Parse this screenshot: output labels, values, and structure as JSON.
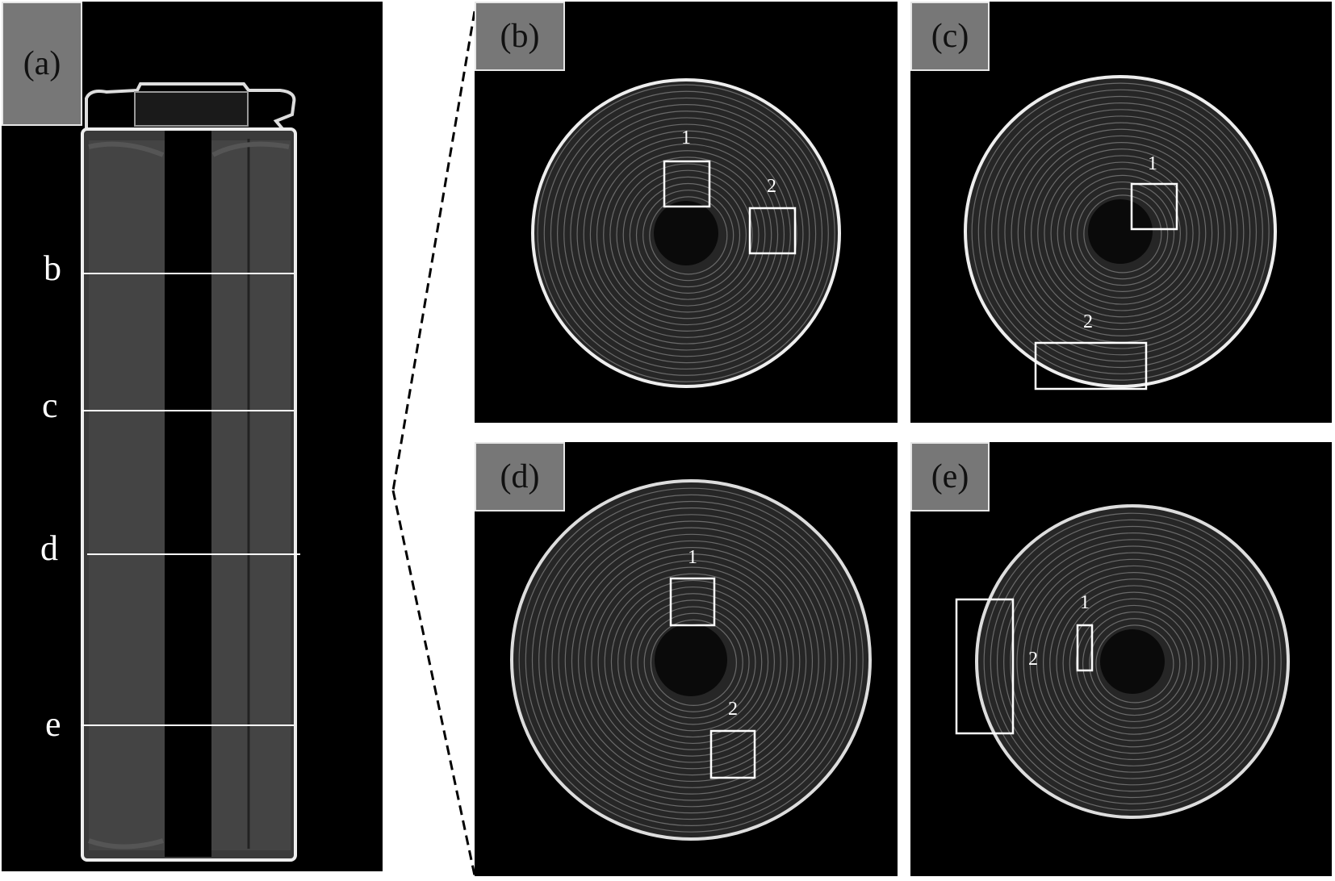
{
  "panels": {
    "a": {
      "label": "(a)",
      "slices": [
        "b",
        "c",
        "d",
        "e"
      ]
    },
    "b": {
      "label": "(b)",
      "regions": [
        "1",
        "2"
      ]
    },
    "c": {
      "label": "(c)",
      "regions": [
        "1",
        "2"
      ]
    },
    "d": {
      "label": "(d)",
      "regions": [
        "1",
        "2"
      ]
    },
    "e": {
      "label": "(e)",
      "regions": [
        "1",
        "2"
      ]
    }
  }
}
